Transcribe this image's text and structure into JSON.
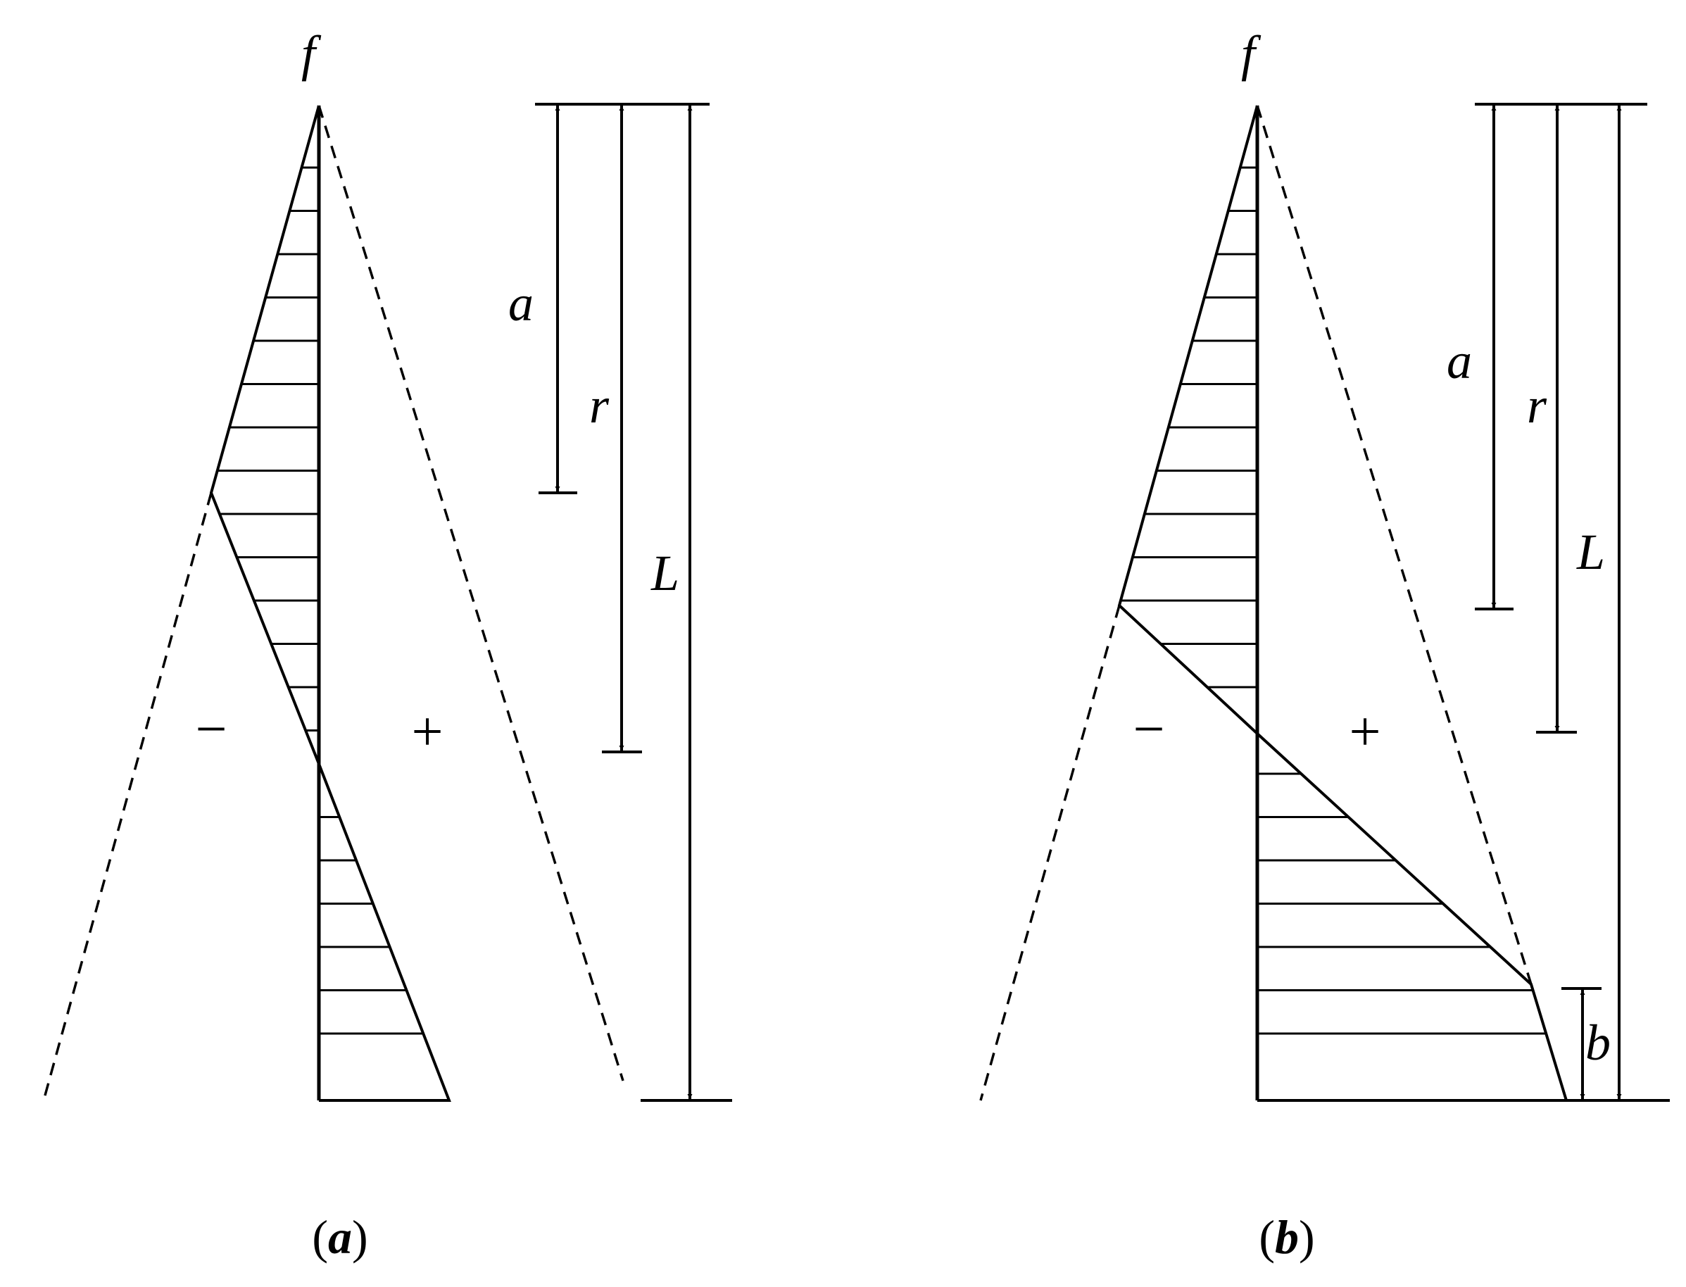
{
  "panel_a": {
    "top_label": "f",
    "dim_a": "a",
    "dim_r": "r",
    "dim_L": "L",
    "minus": "−",
    "plus": "+",
    "caption_open": "(",
    "caption_letter": "a",
    "caption_close": ")"
  },
  "panel_b": {
    "top_label": "f",
    "dim_a": "a",
    "dim_r": "r",
    "dim_L": "L",
    "dim_b": "b",
    "minus": "−",
    "plus": "+",
    "caption_open": "(",
    "caption_letter": "b",
    "caption_close": ")"
  }
}
